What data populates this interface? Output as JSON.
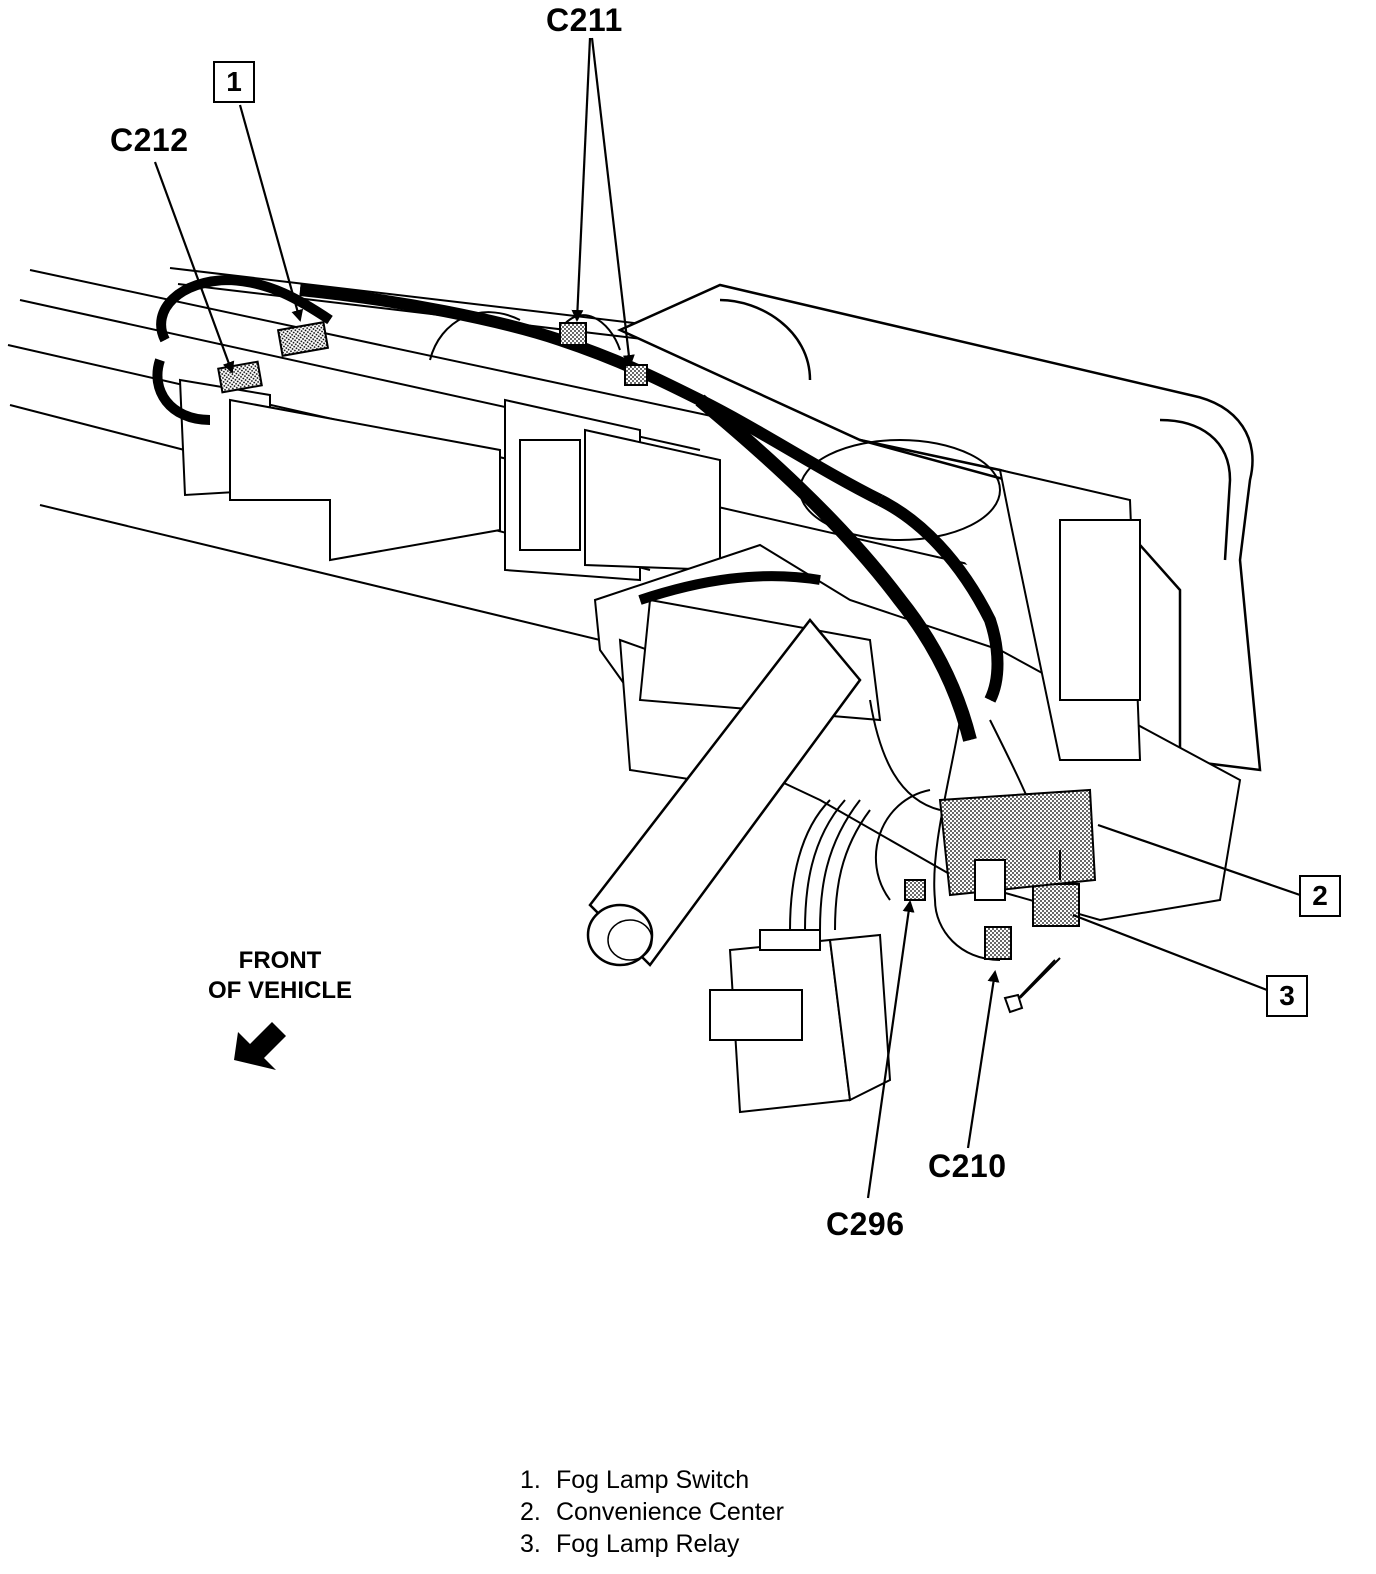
{
  "callouts": {
    "c211": "C211",
    "c212": "C212",
    "c210": "C210",
    "c296": "C296"
  },
  "item_numbers": {
    "one": "1",
    "two": "2",
    "three": "3"
  },
  "front_note": {
    "line1": "FRONT",
    "line2": "OF VEHICLE"
  },
  "legend": {
    "items": [
      {
        "number": "1.",
        "label": "Fog Lamp Switch"
      },
      {
        "number": "2.",
        "label": "Convenience Center"
      },
      {
        "number": "3.",
        "label": "Fog Lamp Relay"
      }
    ]
  }
}
